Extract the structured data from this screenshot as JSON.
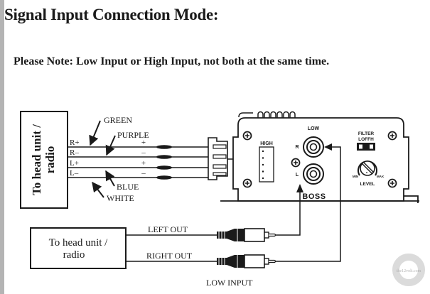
{
  "title": "Signal Input Connection Mode:",
  "note": "Please Note: Low Input or High Input, not both at the same time.",
  "high_input": {
    "head_unit_label_line1": "To head unit /",
    "head_unit_label_line2": "radio",
    "wires": [
      {
        "terminal": "R+",
        "polarity": "+",
        "color_label": "GREEN"
      },
      {
        "terminal": "R–",
        "polarity": "–",
        "color_label": "PURPLE"
      },
      {
        "terminal": "L+",
        "polarity": "+",
        "color_label": "BLUE"
      },
      {
        "terminal": "L–",
        "polarity": "–",
        "color_label": "WHITE"
      }
    ]
  },
  "amplifier": {
    "high_label": "HIGH",
    "low_label": "LOW",
    "r_label": "R",
    "l_label": "L",
    "filter_label": "FILTER",
    "filter_switch_label": "LOFFH",
    "level_label": "LEVEL",
    "min_label": "MIN",
    "max_label": "MAX",
    "brand": "BOSS"
  },
  "low_input": {
    "head_unit_label_line1": "To head unit /",
    "head_unit_label_line2": "radio",
    "left_out": "LEFT OUT",
    "right_out": "RIGHT OUT",
    "caption": "LOW INPUT"
  },
  "watermark": "the12volt.com"
}
